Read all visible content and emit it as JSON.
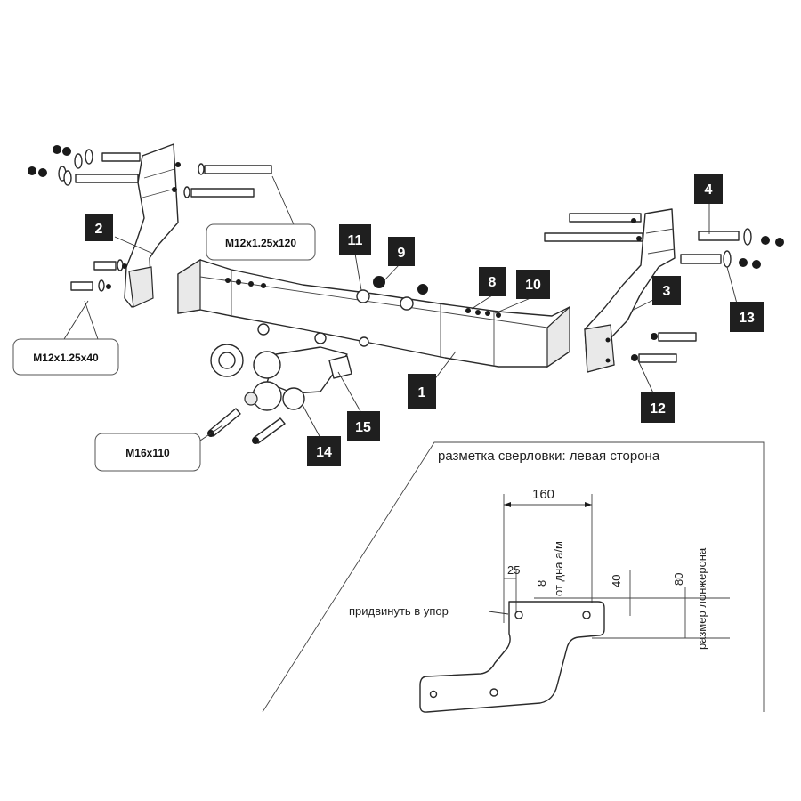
{
  "part_numbers": {
    "p1": "1",
    "p2": "2",
    "p3": "3",
    "p4": "4",
    "p8": "8",
    "p9": "9",
    "p10": "10",
    "p11": "11",
    "p12": "12",
    "p13": "13",
    "p14": "14",
    "p15": "15"
  },
  "fasteners": {
    "bolt_long": "M12x1.25x120",
    "bolt_short": "M12x1.25x40",
    "bolt_ball": "M16x110"
  },
  "drilling": {
    "title": "разметка сверловки: левая сторона",
    "width_160": "160",
    "dim_25": "25",
    "dim_8": "8",
    "from_bottom": "от дна а/м",
    "dim_40": "40",
    "dim_80": "80",
    "spar_size": "размер лонжерона",
    "push_to_stop": "придвинуть в упор"
  }
}
